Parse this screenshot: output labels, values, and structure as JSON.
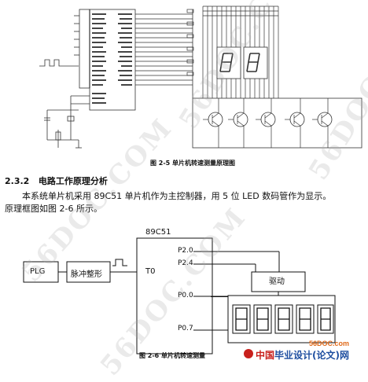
{
  "figure1": {
    "caption": "图 2-5  单片机转速测量原理图"
  },
  "section": {
    "number": "2.3.2",
    "title": "电路工作原理分析"
  },
  "paragraph": {
    "line1": "本系统单片机采用 89C51 单片机作为主控制器，用 5 位 LED 数码管作为显示。",
    "line2": "原理框图如图 2-6 所示。"
  },
  "figure2": {
    "caption": "图 2-6  单片机转速测量",
    "chip": "89C51",
    "plg": "PLG",
    "shaper": "脉冲整形",
    "t0": "T0",
    "p20": "P2.0",
    "p24": "P2.4",
    "p00": "P0.0",
    "p07": "P0.7",
    "driver": "驱动"
  },
  "watermark": {
    "text": "56DOC.COM"
  },
  "logo": {
    "site": "56DOC.com",
    "brand_prefix": "中国",
    "brand_main": "毕业设计(论文)网"
  },
  "colors": {
    "logo_red": "#c8201c",
    "logo_orange": "#e06a1a",
    "logo_blue": "#1f4fa0"
  }
}
